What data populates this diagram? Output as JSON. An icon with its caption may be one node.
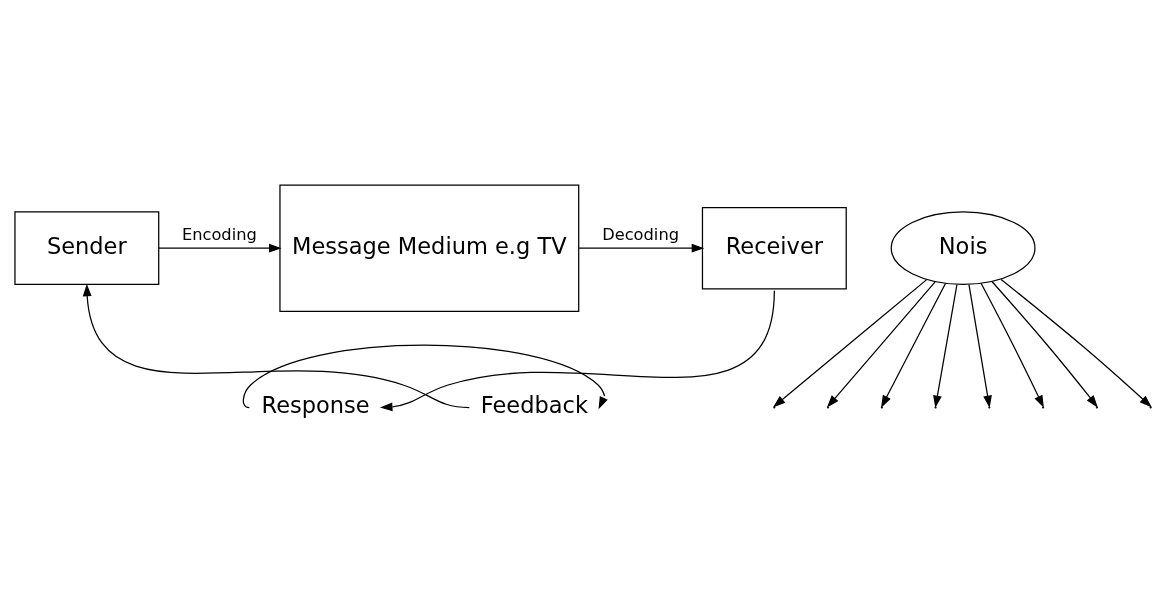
{
  "diagram": {
    "nodes": [
      {
        "text": [
          "Sender"
        ]
      },
      {
        "text": [
          "Message Medium e.g TV"
        ]
      },
      {
        "text": [
          "Receiver"
        ]
      },
      {
        "text": [
          "Nois"
        ]
      },
      {
        "text": [
          "Response"
        ]
      },
      {
        "text": [
          "Feedback"
        ]
      }
    ],
    "edges": [
      {
        "from": 0,
        "to": 1,
        "arrow": "to",
        "label": "Encoding"
      },
      {
        "from": 1,
        "to": 2,
        "arrow": "to",
        "label": "Decoding"
      },
      {
        "from": 2,
        "to": 4,
        "arrow": "to"
      },
      {
        "from": 4,
        "to": 5,
        "arrow": "to"
      },
      {
        "from": 5,
        "to": 0,
        "arrow": "to"
      },
      {
        "from": 3,
        "to": null,
        "arrow": "to"
      },
      {
        "from": 3,
        "to": null,
        "arrow": "to"
      },
      {
        "from": 3,
        "to": null,
        "arrow": "to"
      },
      {
        "from": 3,
        "to": null,
        "arrow": "to"
      },
      {
        "from": 3,
        "to": null,
        "arrow": "to"
      },
      {
        "from": 3,
        "to": null,
        "arrow": "to"
      },
      {
        "from": 3,
        "to": null,
        "arrow": "to"
      },
      {
        "from": 3,
        "to": null,
        "arrow": "to"
      }
    ]
  }
}
